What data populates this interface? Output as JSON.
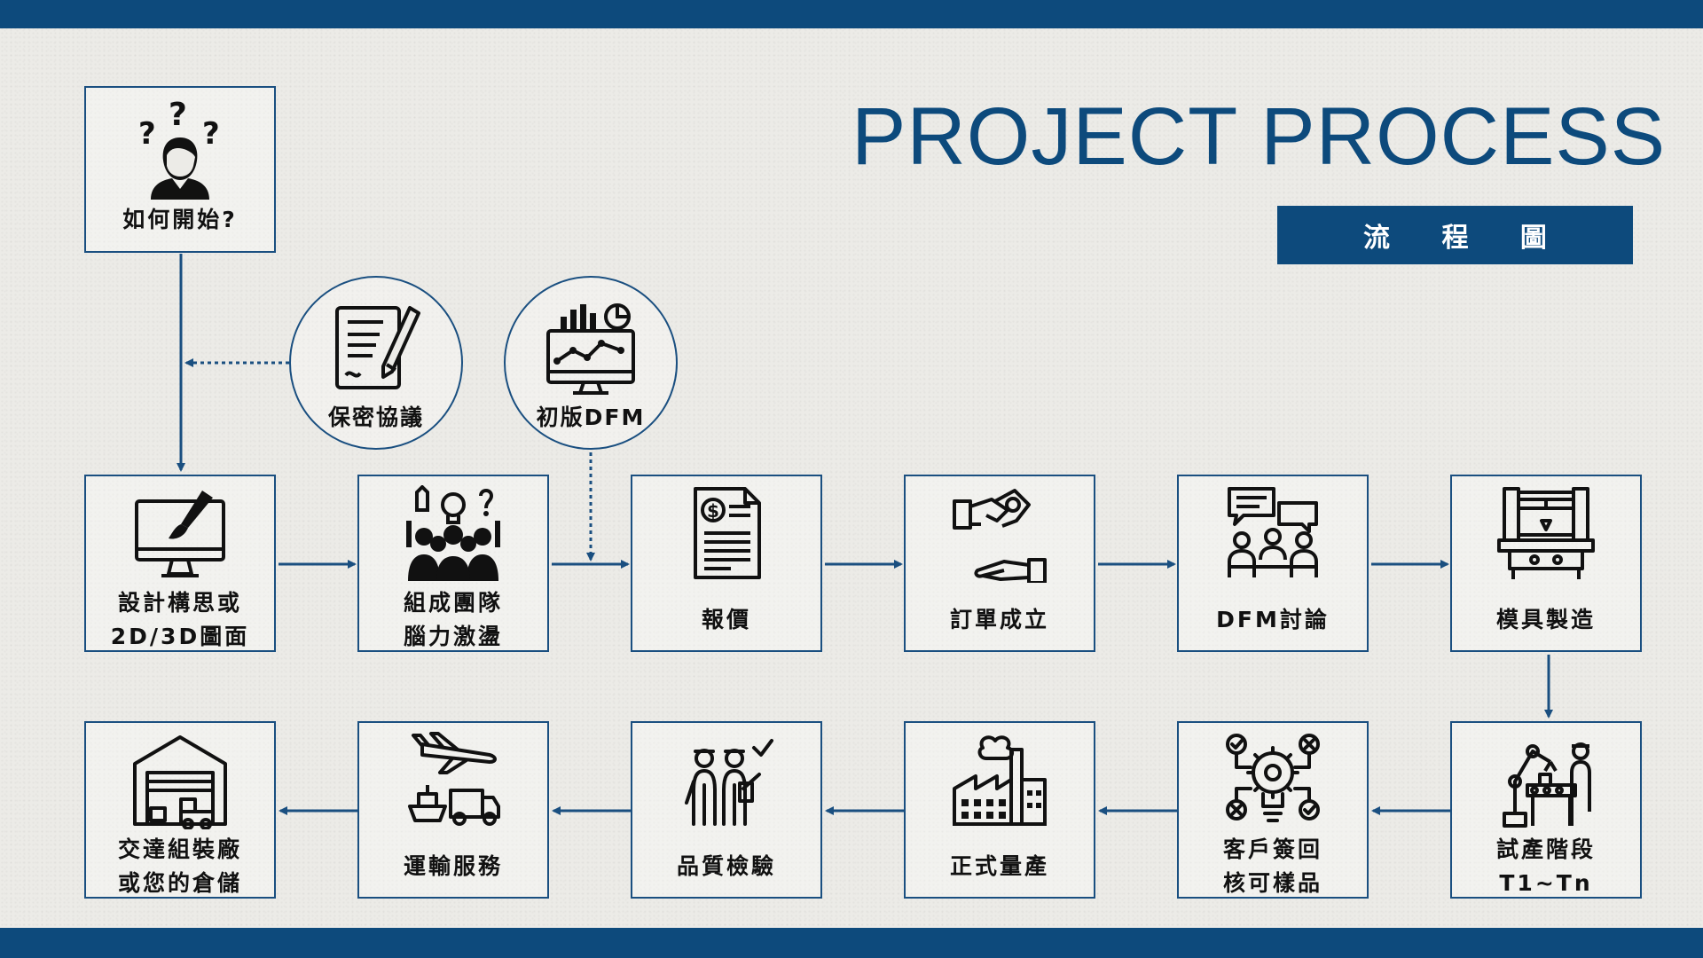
{
  "title": "PROJECT PROCESS",
  "subtitle": "流 程 圖",
  "colors": {
    "primary": "#0d4a7c",
    "border": "#1a4f80",
    "ink": "#111111",
    "background": "#ecebe7"
  },
  "start": {
    "label": "如何開始?",
    "icon": "confused-person-icon"
  },
  "side_steps": [
    {
      "label": "保密協議",
      "icon": "contract-signing-icon"
    },
    {
      "label": "初版DFM",
      "icon": "analytics-monitor-icon"
    }
  ],
  "row1": [
    {
      "lines": [
        "設計構思或",
        "2D/3D圖面"
      ],
      "icon": "design-monitor-icon"
    },
    {
      "lines": [
        "組成團隊",
        "腦力激盪"
      ],
      "icon": "team-brainstorm-icon"
    },
    {
      "lines": [
        "報價"
      ],
      "icon": "quotation-document-icon"
    },
    {
      "lines": [
        "訂單成立"
      ],
      "icon": "handshake-money-icon"
    },
    {
      "lines": [
        "DFM討論"
      ],
      "icon": "meeting-discussion-icon"
    },
    {
      "lines": [
        "模具製造"
      ],
      "icon": "mold-machine-icon"
    }
  ],
  "row2": [
    {
      "lines": [
        "交達組裝廠",
        "或您的倉儲"
      ],
      "icon": "warehouse-icon"
    },
    {
      "lines": [
        "運輸服務"
      ],
      "icon": "transport-icon"
    },
    {
      "lines": [
        "品質檢驗"
      ],
      "icon": "quality-inspection-icon"
    },
    {
      "lines": [
        "正式量產"
      ],
      "icon": "factory-icon"
    },
    {
      "lines": [
        "客戶簽回",
        "核可樣品"
      ],
      "icon": "approval-gear-icon"
    },
    {
      "lines": [
        "試產階段",
        "T1~Tn"
      ],
      "icon": "robot-production-icon"
    }
  ]
}
